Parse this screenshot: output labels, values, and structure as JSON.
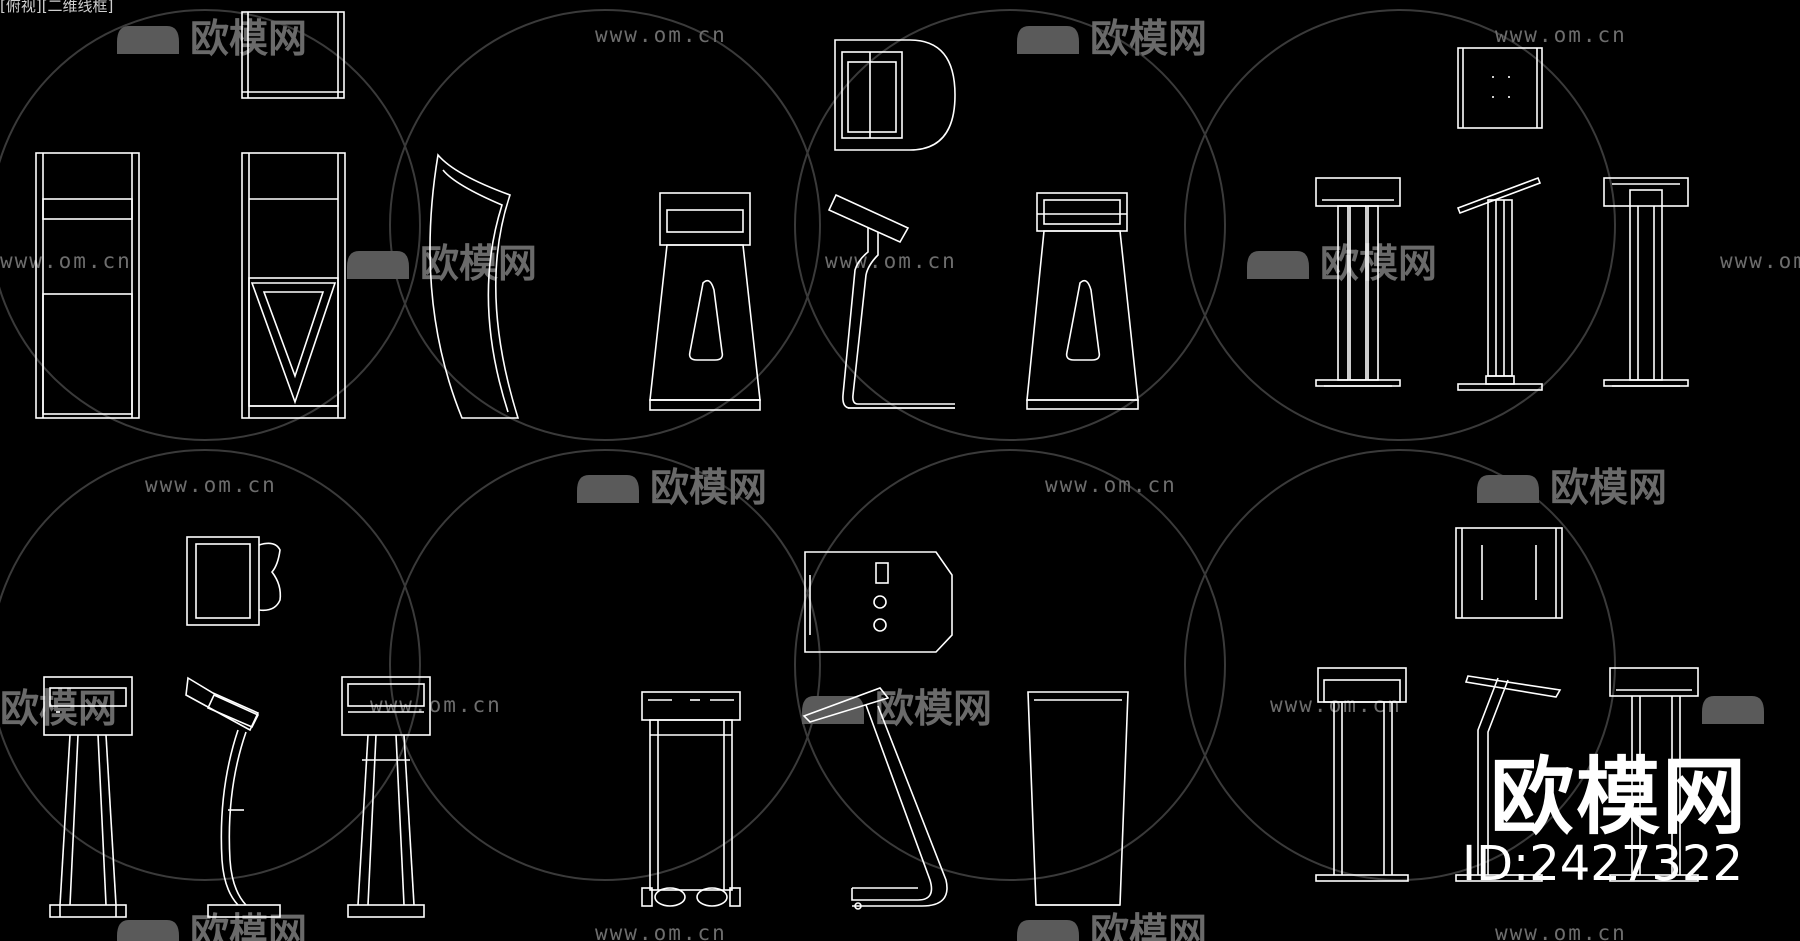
{
  "viewport": {
    "label": "[俯视][二维线框]"
  },
  "watermark": {
    "url_text": "www.om.cn",
    "brand_text": "欧模网",
    "brand_big": "欧模网",
    "id_text": "ID:2427322"
  },
  "colors": {
    "background": "#000000",
    "lines": "#ffffff",
    "watermark": "#6a6a6a"
  }
}
